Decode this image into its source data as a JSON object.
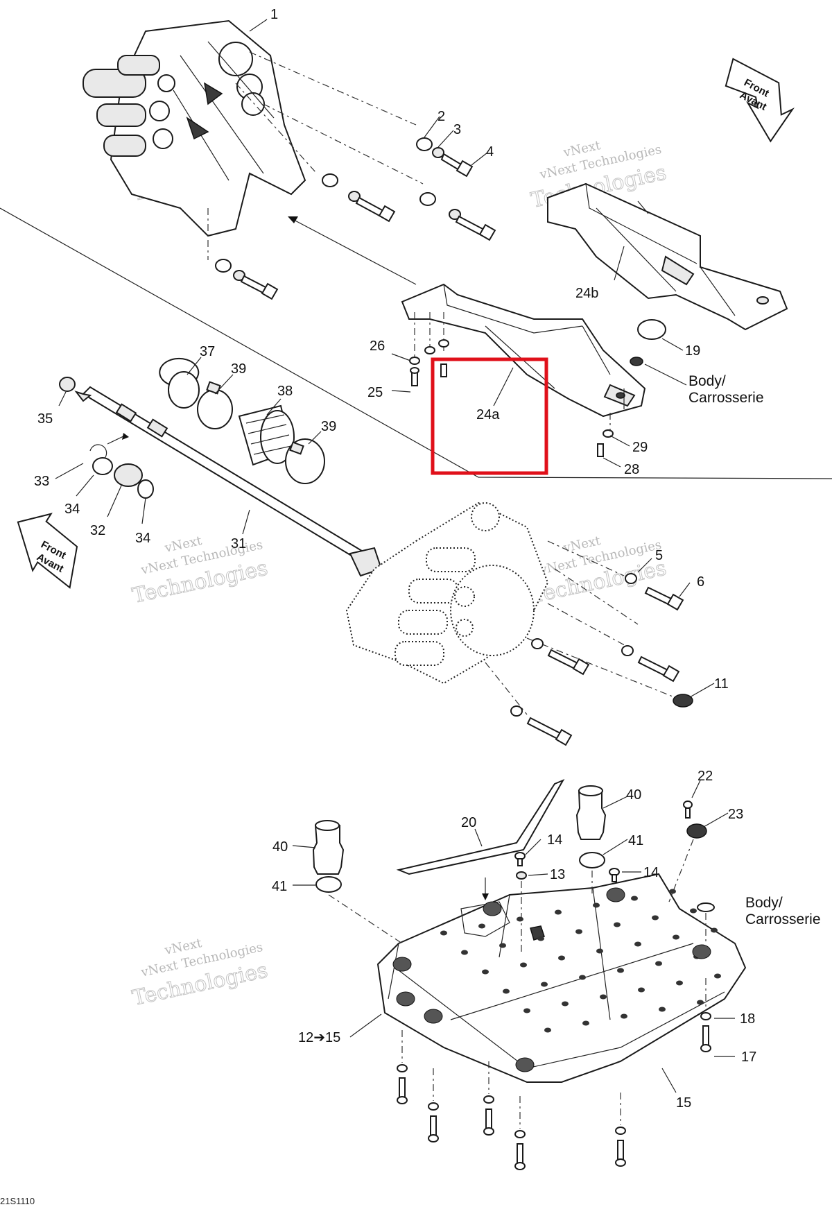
{
  "callouts": [
    {
      "id": "c1",
      "text": "1"
    },
    {
      "id": "c2",
      "text": "2"
    },
    {
      "id": "c3",
      "text": "3"
    },
    {
      "id": "c4",
      "text": "4"
    },
    {
      "id": "c5",
      "text": "5"
    },
    {
      "id": "c6",
      "text": "6"
    },
    {
      "id": "c11",
      "text": "11"
    },
    {
      "id": "c12",
      "text": "12➔15"
    },
    {
      "id": "c13",
      "text": "13"
    },
    {
      "id": "c14a",
      "text": "14"
    },
    {
      "id": "c14b",
      "text": "14"
    },
    {
      "id": "c15",
      "text": "15"
    },
    {
      "id": "c17",
      "text": "17"
    },
    {
      "id": "c18",
      "text": "18"
    },
    {
      "id": "c19",
      "text": "19"
    },
    {
      "id": "c20",
      "text": "20"
    },
    {
      "id": "c22",
      "text": "22"
    },
    {
      "id": "c23",
      "text": "23"
    },
    {
      "id": "c24a",
      "text": "24a"
    },
    {
      "id": "c24b",
      "text": "24b"
    },
    {
      "id": "c25",
      "text": "25"
    },
    {
      "id": "c26",
      "text": "26"
    },
    {
      "id": "c28",
      "text": "28"
    },
    {
      "id": "c29",
      "text": "29"
    },
    {
      "id": "c31",
      "text": "31"
    },
    {
      "id": "c32",
      "text": "32"
    },
    {
      "id": "c33",
      "text": "33"
    },
    {
      "id": "c34a",
      "text": "34"
    },
    {
      "id": "c34b",
      "text": "34"
    },
    {
      "id": "c35",
      "text": "35"
    },
    {
      "id": "c37",
      "text": "37"
    },
    {
      "id": "c38",
      "text": "38"
    },
    {
      "id": "c39a",
      "text": "39"
    },
    {
      "id": "c39b",
      "text": "39"
    },
    {
      "id": "c40a",
      "text": "40"
    },
    {
      "id": "c40b",
      "text": "40"
    },
    {
      "id": "c41a",
      "text": "41"
    },
    {
      "id": "c41b",
      "text": "41"
    }
  ],
  "body_labels": {
    "upper_line1": "Body/",
    "upper_line2": "Carrosserie",
    "lower_line1": "Body/",
    "lower_line2": "Carrosserie"
  },
  "direction_arrows": {
    "top_right": {
      "line1": "Front",
      "line2": "Avant"
    },
    "left": {
      "line1": "Front",
      "line2": "Avant"
    }
  },
  "watermark": {
    "line1": "vNext Technologies",
    "line2": "Technologies",
    "line0": "vNext"
  },
  "drawing_code": "21S1110",
  "highlight": {
    "target": "24a",
    "color": "#e0101a"
  }
}
